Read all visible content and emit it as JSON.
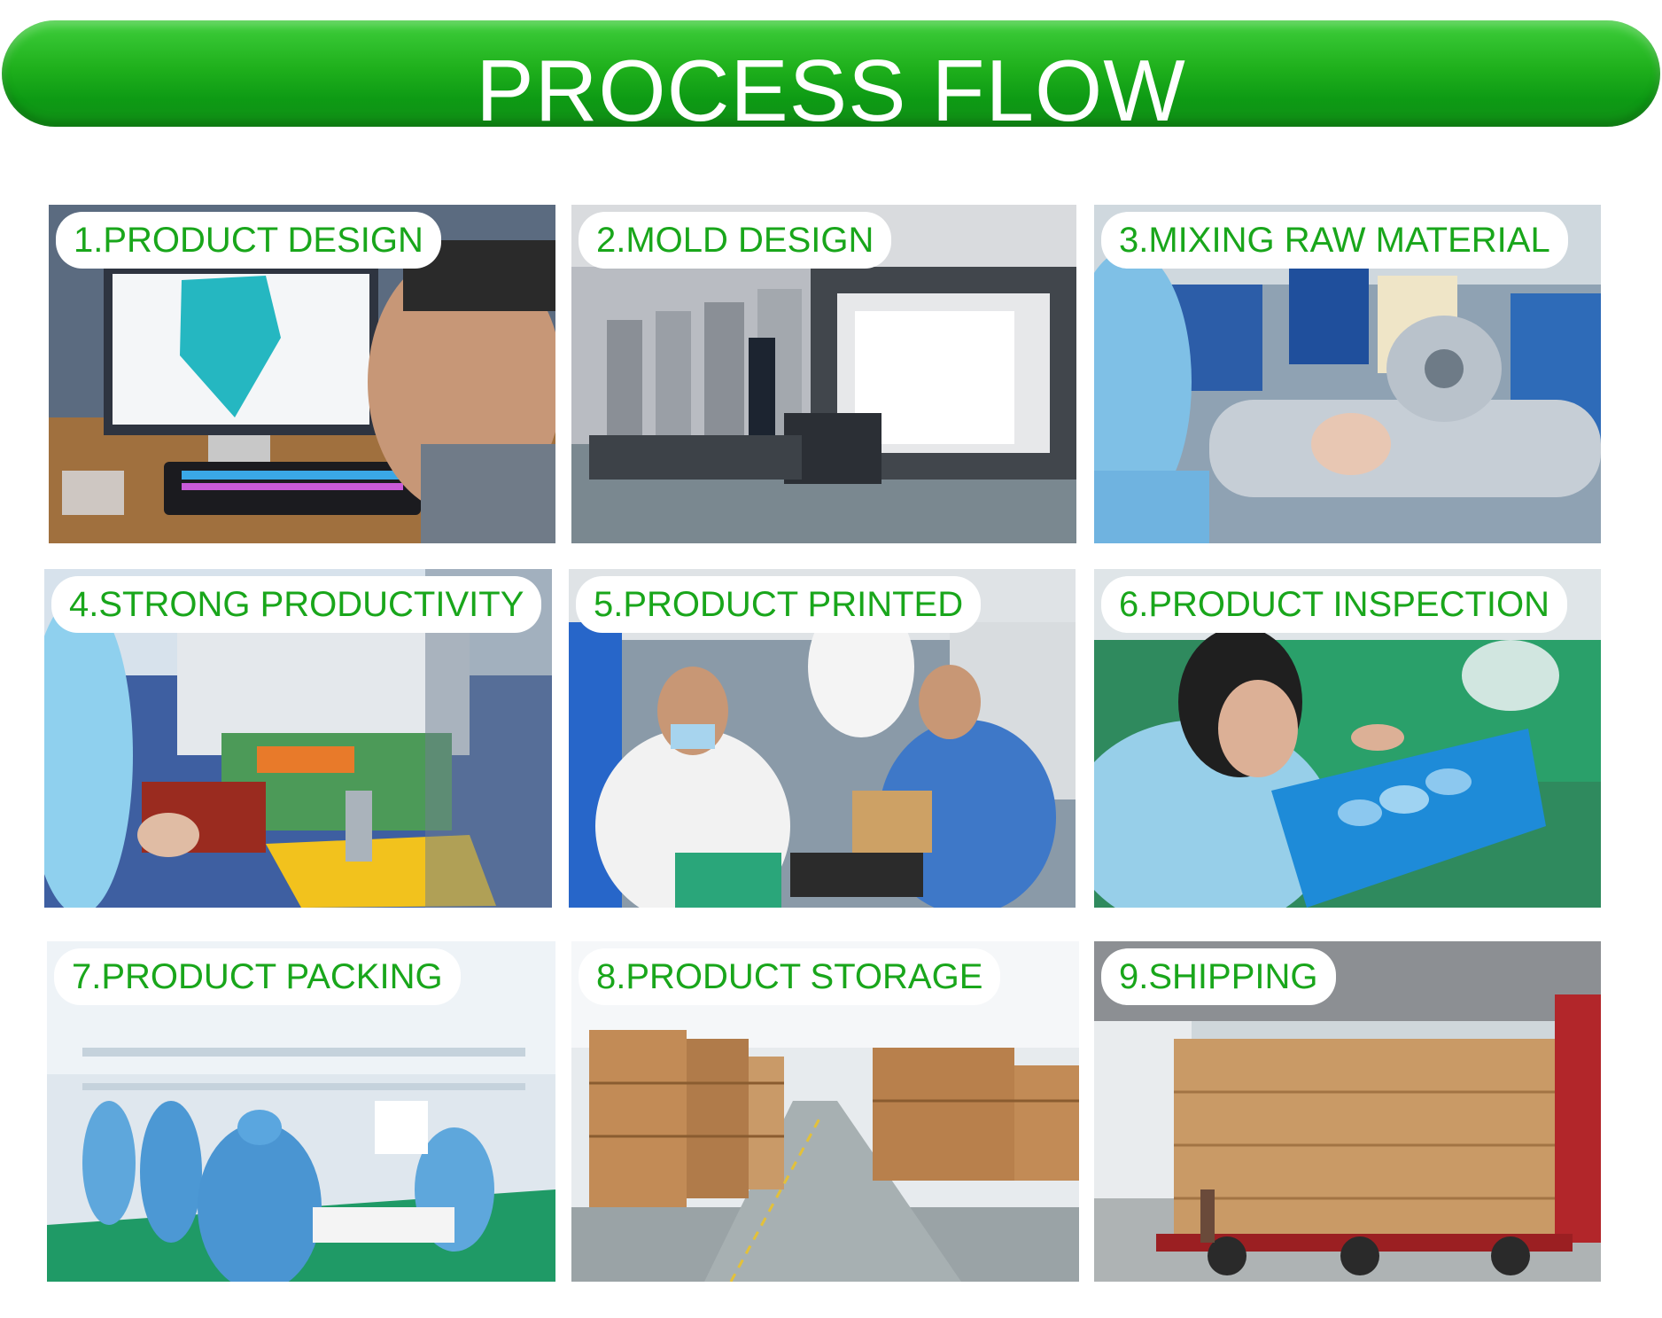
{
  "banner": {
    "title": "PROCESS FLOW"
  },
  "steps": [
    {
      "label": "1.PRODUCT DESIGN",
      "scene": "designer-computer-scene"
    },
    {
      "label": "2.MOLD DESIGN",
      "scene": "machinery-hall-scene"
    },
    {
      "label": "3.MIXING RAW MATERIAL",
      "scene": "mixing-roller-scene"
    },
    {
      "label": "4.STRONG PRODUCTIVITY",
      "scene": "molding-press-scene"
    },
    {
      "label": "5.PRODUCT PRINTED",
      "scene": "printing-workers-scene"
    },
    {
      "label": "6.PRODUCT INSPECTION",
      "scene": "inspection-scene"
    },
    {
      "label": "7.PRODUCT PACKING",
      "scene": "packing-line-scene"
    },
    {
      "label": "8.PRODUCT STORAGE",
      "scene": "warehouse-scene"
    },
    {
      "label": "9.SHIPPING",
      "scene": "truck-loading-scene"
    }
  ],
  "colors": {
    "banner_green": "#1fb01c",
    "label_text_green": "#19a61b",
    "label_bg": "#ffffff"
  }
}
